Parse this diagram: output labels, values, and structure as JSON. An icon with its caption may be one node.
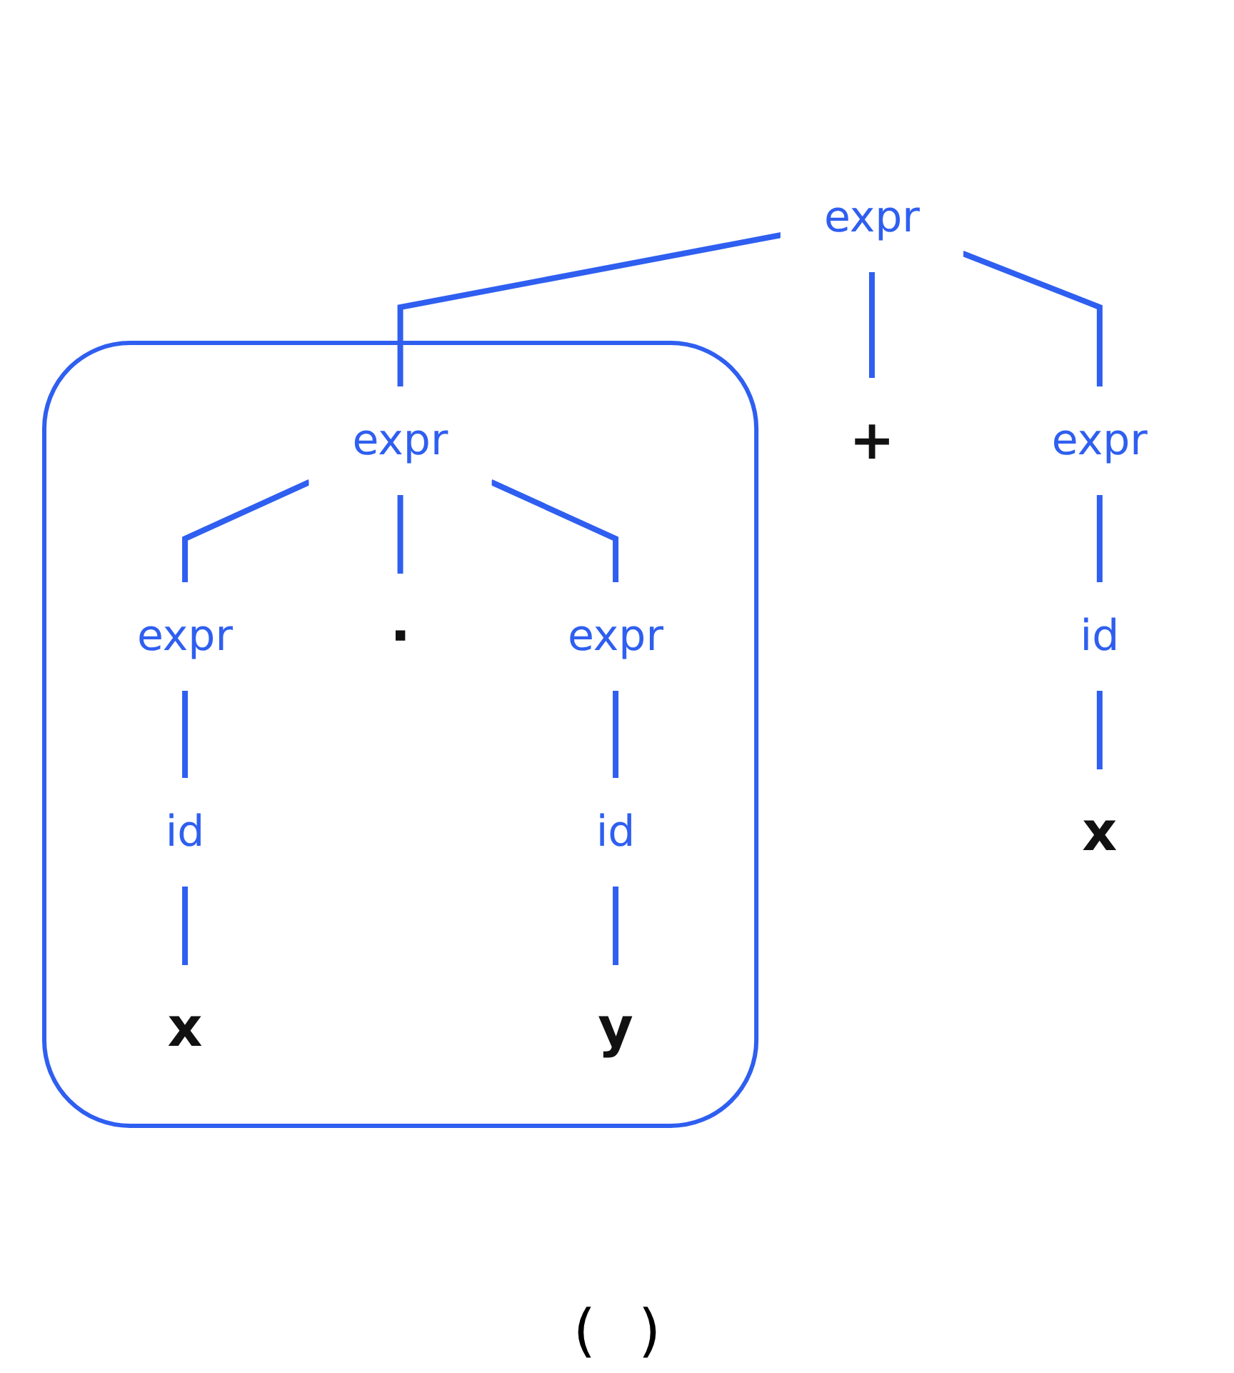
{
  "diagram": {
    "nodes": [
      {
        "text": [
          "expr"
        ]
      },
      {
        "text": [
          "expr"
        ]
      },
      {
        "text": [
          "id"
        ]
      },
      {
        "text": [
          "x"
        ]
      },
      {
        "text": [
          "+"
        ]
      },
      {
        "text": [],
        "shape": "cloud"
      },
      {
        "text": [
          "expr"
        ],
        "in": 5
      },
      {
        "text": [
          "expr"
        ],
        "in": 5
      },
      {
        "text": [
          "id"
        ],
        "in": 5
      },
      {
        "text": [
          "x"
        ],
        "in": 5
      },
      {
        "text": [
          "·"
        ],
        "in": 5
      },
      {
        "text": [
          "expr"
        ],
        "in": 5
      },
      {
        "text": [
          "id"
        ],
        "in": 5
      },
      {
        "text": [
          "y"
        ],
        "in": 5
      }
    ],
    "edges": [
      {
        "from": 0,
        "to": 1,
        "arrow": "none"
      },
      {
        "from": 0,
        "to": 4,
        "arrow": "none"
      },
      {
        "from": 0,
        "to": 6,
        "arrow": "none"
      },
      {
        "from": 1,
        "to": 2,
        "arrow": "none"
      },
      {
        "from": 2,
        "to": 3,
        "arrow": "none"
      },
      {
        "from": 6,
        "to": 7,
        "arrow": "none"
      },
      {
        "from": 6,
        "to": 10,
        "arrow": "none"
      },
      {
        "from": 6,
        "to": 11,
        "arrow": "none"
      },
      {
        "from": 7,
        "to": 8,
        "arrow": "none"
      },
      {
        "from": 8,
        "to": 9,
        "arrow": "none"
      },
      {
        "from": 11,
        "to": 12,
        "arrow": "none"
      },
      {
        "from": 12,
        "to": 13,
        "arrow": "none"
      }
    ],
    "labels": [
      "(",
      ")"
    ]
  }
}
